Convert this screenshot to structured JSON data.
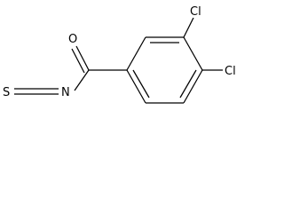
{
  "molecule": {
    "atoms": {
      "o": "O",
      "n": "N",
      "s": "S",
      "cl_upper": "Cl",
      "cl_lower": "Cl"
    }
  }
}
